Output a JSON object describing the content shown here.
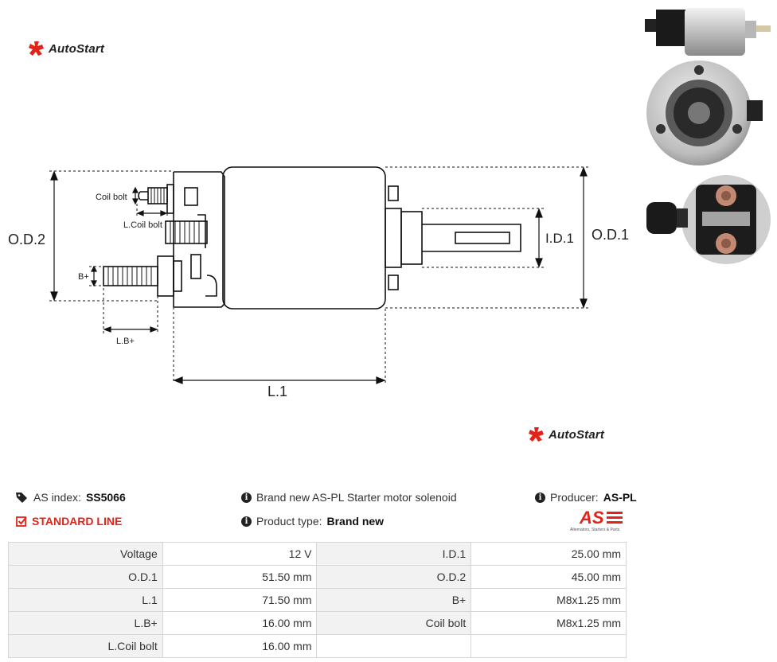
{
  "brand": {
    "name": "AutoStart",
    "accent": "#e2231a"
  },
  "diagram": {
    "labels": {
      "coil_bolt": "Coil bolt",
      "l_coil_bolt": "L.Coil bolt",
      "b_plus": "B+",
      "l_b_plus": "L.B+",
      "od2": "O.D.2",
      "id1": "I.D.1",
      "od1": "O.D.1",
      "l1": "L.1"
    }
  },
  "product": {
    "as_index_label": "AS index:",
    "as_index_value": "SS5066",
    "description": "Brand new AS-PL Starter motor solenoid",
    "producer_label": "Producer:",
    "producer_value": "AS-PL",
    "line": "STANDARD LINE",
    "type_label": "Product type:",
    "type_value": "Brand new",
    "as_logo_text": "AS",
    "as_logo_tagline": "Alternators, Starters & Parts"
  },
  "specs": [
    [
      "Voltage",
      "12 V",
      "I.D.1",
      "25.00 mm"
    ],
    [
      "O.D.1",
      "51.50 mm",
      "O.D.2",
      "45.00 mm"
    ],
    [
      "L.1",
      "71.50 mm",
      "B+",
      "M8x1.25 mm"
    ],
    [
      "L.B+",
      "16.00 mm",
      "Coil bolt",
      "M8x1.25 mm"
    ],
    [
      "L.Coil bolt",
      "16.00 mm",
      "",
      ""
    ]
  ]
}
